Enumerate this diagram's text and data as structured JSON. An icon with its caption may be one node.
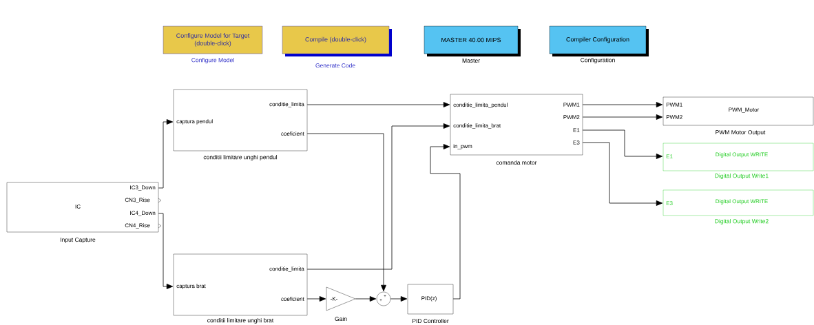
{
  "diagram": {
    "nodes": [
      {
        "text": [
          "Configure Model for Target (double-click)"
        ],
        "beside": [
          "Configure Model"
        ]
      },
      {
        "text": [
          "Compile (double-click)"
        ],
        "beside": [
          "Generate Code"
        ]
      },
      {
        "text": [
          "MASTER 40.00 MIPS"
        ],
        "beside": [
          "Master"
        ]
      },
      {
        "text": [
          "Compiler Configuration"
        ],
        "beside": [
          "Configuration"
        ]
      },
      {
        "text": [
          "IC",
          "IC3_Down",
          "CN3_Rise",
          "IC4_Down",
          "CN4_Rise"
        ],
        "beside": [
          "Input Capture"
        ]
      },
      {
        "text": [
          "captura pendul",
          "conditie_limita",
          "coeficient"
        ],
        "beside": [
          "conditii limitare unghi pendul"
        ]
      },
      {
        "text": [
          "captura brat",
          "conditie_limita",
          "coeficient"
        ],
        "beside": [
          "conditii limitare unghi brat"
        ]
      },
      {
        "text": [
          "-K-"
        ],
        "beside": [
          "Gain"
        ]
      },
      {
        "text": [
          "+",
          "+"
        ]
      },
      {
        "text": [
          "PID(z)"
        ],
        "beside": [
          "PID Controller"
        ]
      },
      {
        "text": [
          "conditie_limita_pendul",
          "conditie_limita_brat",
          "in_pwm",
          "PWM1",
          "PWM2",
          "E1",
          "E3"
        ],
        "beside": [
          "comanda motor"
        ]
      },
      {
        "text": [
          "PWM1",
          "PWM2",
          "PWM_Motor"
        ],
        "beside": [
          "PWM Motor Output"
        ]
      },
      {
        "text": [
          "E1",
          "Digital Output WRITE"
        ],
        "beside": [
          "Digital Output Write1"
        ]
      },
      {
        "text": [
          "E3",
          "Digital Output WRITE"
        ],
        "beside": [
          "Digital Output Write2"
        ]
      }
    ],
    "edges": [
      {
        "from": 4,
        "to": 5,
        "arrow": "to"
      },
      {
        "from": 4,
        "to": 6,
        "arrow": "to"
      },
      {
        "from": 5,
        "to": 10,
        "arrow": "to"
      },
      {
        "from": 5,
        "to": 8,
        "arrow": "to"
      },
      {
        "from": 6,
        "to": 10,
        "arrow": "to"
      },
      {
        "from": 6,
        "to": 7,
        "arrow": "to"
      },
      {
        "from": 7,
        "to": 8,
        "arrow": "to"
      },
      {
        "from": 8,
        "to": 9,
        "arrow": "to"
      },
      {
        "from": 9,
        "to": 10,
        "arrow": "to"
      },
      {
        "from": 10,
        "to": 11,
        "arrow": "to"
      },
      {
        "from": 10,
        "to": 11,
        "arrow": "to"
      },
      {
        "from": 10,
        "to": 12,
        "arrow": "to"
      },
      {
        "from": 10,
        "to": 13,
        "arrow": "to"
      }
    ]
  }
}
